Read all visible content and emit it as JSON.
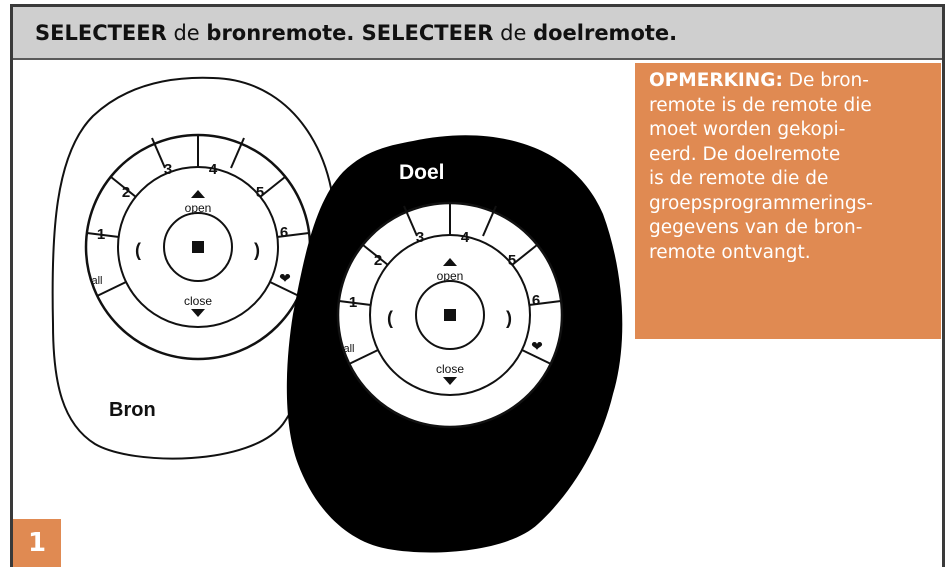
{
  "header": {
    "part1_bold": "SELECTEER",
    "part2": " de ",
    "part3_bold": "bronremote.",
    "part4_bold": " SELECTEER",
    "part5": " de ",
    "part6_bold": "doelremote."
  },
  "note": {
    "label": "OPMERKING:",
    "lines": [
      " De bron-",
      "remote is de remote die",
      "moet worden gekopi-",
      "eerd. De doelremote",
      "is de remote die de",
      "groepsprogrammerings-",
      "gegevens van de bron-",
      "remote ontvangt."
    ]
  },
  "remotes": {
    "source_label": "Bron",
    "target_label": "Doel",
    "buttons": {
      "b1": "1",
      "b2": "2",
      "b3": "3",
      "b4": "4",
      "b5": "5",
      "b6": "6",
      "all": "all",
      "open": "open",
      "close": "close"
    },
    "icons": [
      "up-arrow-icon",
      "down-arrow-icon",
      "stop-icon",
      "rotate-left-icon",
      "rotate-right-icon",
      "heart-icon"
    ]
  },
  "step_number": "1",
  "colors": {
    "accent": "#e08a52",
    "header_bg": "#cfcfcf",
    "border": "#3a3a3a"
  }
}
